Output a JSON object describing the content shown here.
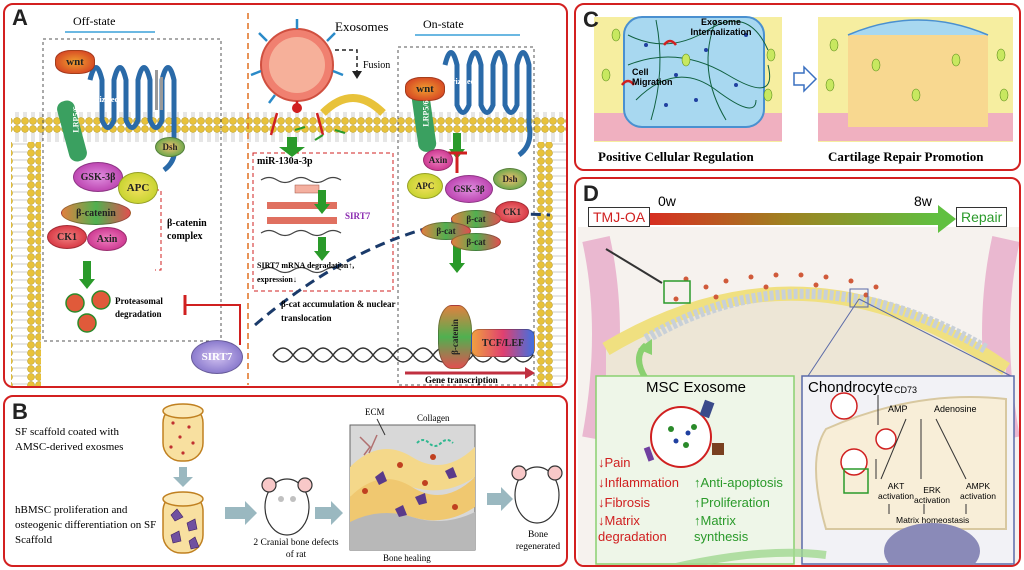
{
  "panelA": {
    "label": "A",
    "off_state": "Off-state",
    "on_state": "On-state",
    "exosomes": "Exosomes",
    "fusion": "Fusion",
    "off": {
      "wnt": "wnt",
      "lrp": "LRP5/6",
      "frizzled": "Frizzled",
      "dsh": "Dsh",
      "gsk": "GSK-3β",
      "apc": "APC",
      "bcat": "β-catenin",
      "ck1": "CK1",
      "axin": "Axin",
      "complex": "β-catenin complex",
      "proteasomal": "Proteasomal degradation"
    },
    "mir": {
      "title": "miR-130a-3p",
      "sirt7": "SIRT7",
      "degradation": "SIRT7 mRNA degradation↑,",
      "expression": "expression↓"
    },
    "accumulation": "β-cat accumulation & nuclear translocation",
    "sirt7_bubble": "SIRT7",
    "on": {
      "wnt": "wnt",
      "lrp": "LRP5/6",
      "frizzled": "Frizzled",
      "axin": "Axin",
      "apc": "APC",
      "gsk": "GSK-3β",
      "dsh": "Dsh",
      "ck1": "CK1",
      "bcat": "β-cat",
      "bcatenin": "β-catenin",
      "tcf": "TCF/LEF",
      "gene": "Gene transcription"
    }
  },
  "panelB": {
    "label": "B",
    "sf_coated": "SF scaffold coated with AMSC-derived exosmes",
    "hbmsc": "hBMSC proliferation and osteogenic differentiation on SF Scaffold",
    "cranial": "2 Cranial bone defects of rat",
    "ecm": "ECM",
    "collagen": "Collagen",
    "bone_healing": "Bone healing",
    "regenerated": "Bone regenerated"
  },
  "panelC": {
    "label": "C",
    "exo_internal": "Exosome Internalization",
    "cell_migration": "Cell Migration",
    "positive": "Positive Cellular Regulation",
    "cartilage": "Cartilage Repair Promotion"
  },
  "panelD": {
    "label": "D",
    "w0": "0w",
    "w8": "8w",
    "tmj": "TMJ-OA",
    "repair": "Repair",
    "msc": "MSC Exosome",
    "effects_down": [
      "↓Pain",
      "↓Inflammation",
      "↓Fibrosis",
      "↓Matrix degradation"
    ],
    "effects_up": [
      "↑Anti-apoptosis",
      "↑Proliferation",
      "↑Matrix synthesis"
    ],
    "chondrocyte": "Chondrocyte",
    "cd73": "CD73",
    "amp": "AMP",
    "adenosine": "Adenosine",
    "akt": "AKT activation",
    "erk": "ERK activation",
    "ampk": "AMPK activation",
    "matrix_homeo": "Matrix homeostasis"
  },
  "colors": {
    "frame": "#d32020",
    "up": "#2a9a2a",
    "down": "#d32020"
  }
}
